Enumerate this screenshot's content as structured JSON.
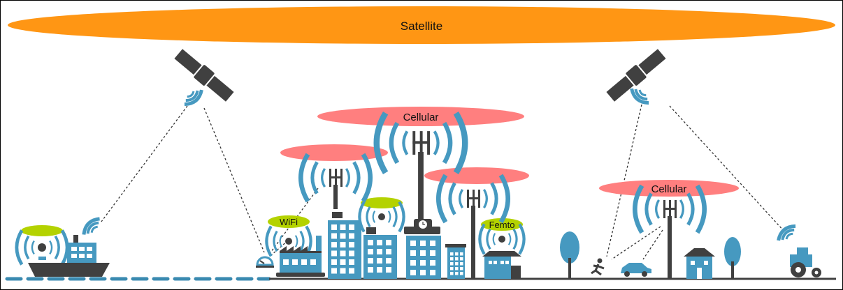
{
  "labels": {
    "satellite": "Satellite",
    "cellular_center": "Cellular",
    "cellular_right": "Cellular",
    "wifi": "WiFi",
    "femto": "Femto"
  },
  "colors": {
    "satellite_zone": "#ff9614",
    "cellular_zone": "#ff7f7f",
    "wifi_zone": "#b4d200",
    "icon_blue": "#4699c0",
    "icon_dark": "#404040"
  }
}
